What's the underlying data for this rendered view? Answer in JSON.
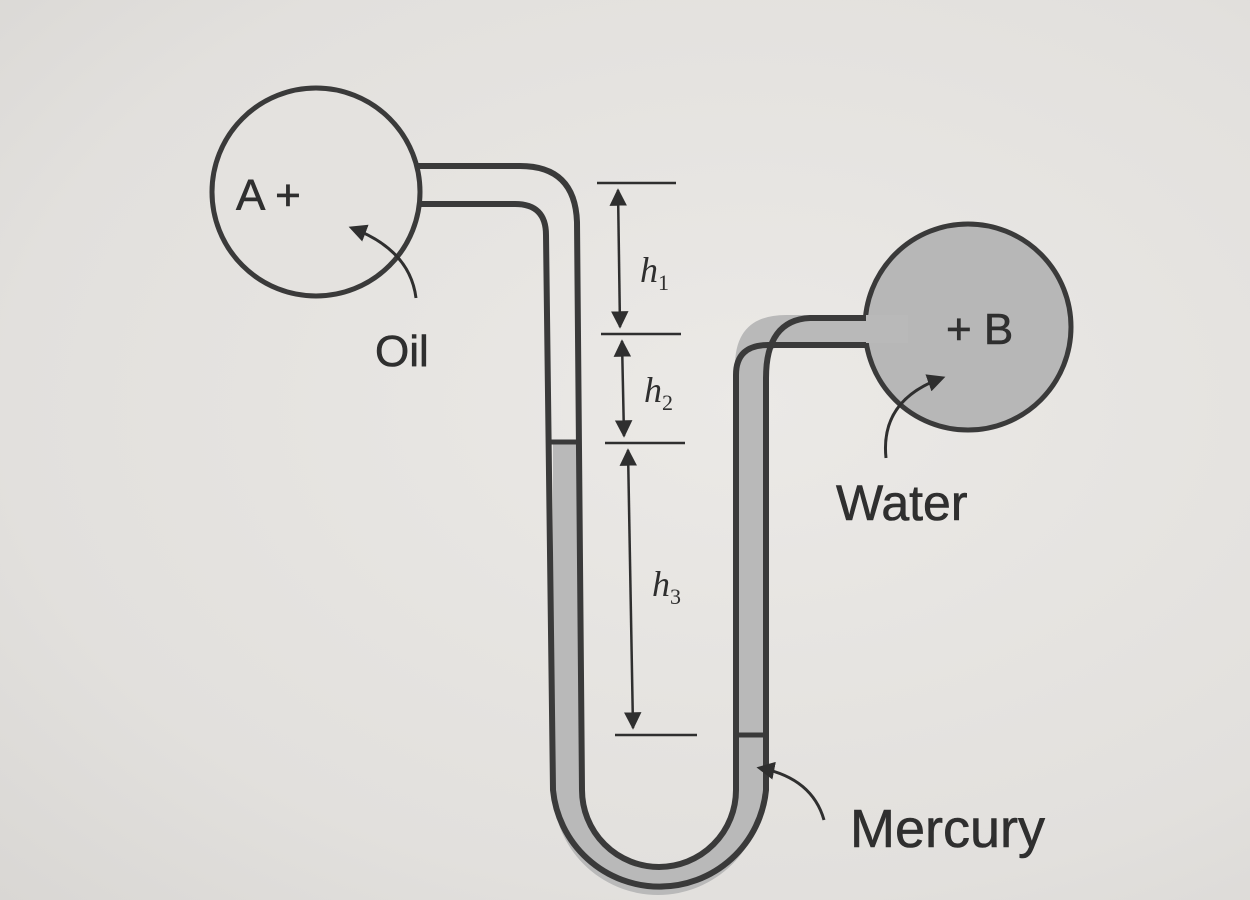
{
  "labels": {
    "vessel_a": "A +",
    "vessel_b": "+ B",
    "oil": "Oil",
    "water": "Water",
    "mercury": "Mercury"
  },
  "dimensions": {
    "h1": {
      "symbol": "h",
      "subscript": "1"
    },
    "h2": {
      "symbol": "h",
      "subscript": "2"
    },
    "h3": {
      "symbol": "h",
      "subscript": "3"
    }
  },
  "colors": {
    "outline": "#3a3a3a",
    "fluid_fill": "#b9b9b9",
    "vessel_a_fill": "#e4e2df",
    "vessel_b_fill": "#b7b7b7"
  }
}
